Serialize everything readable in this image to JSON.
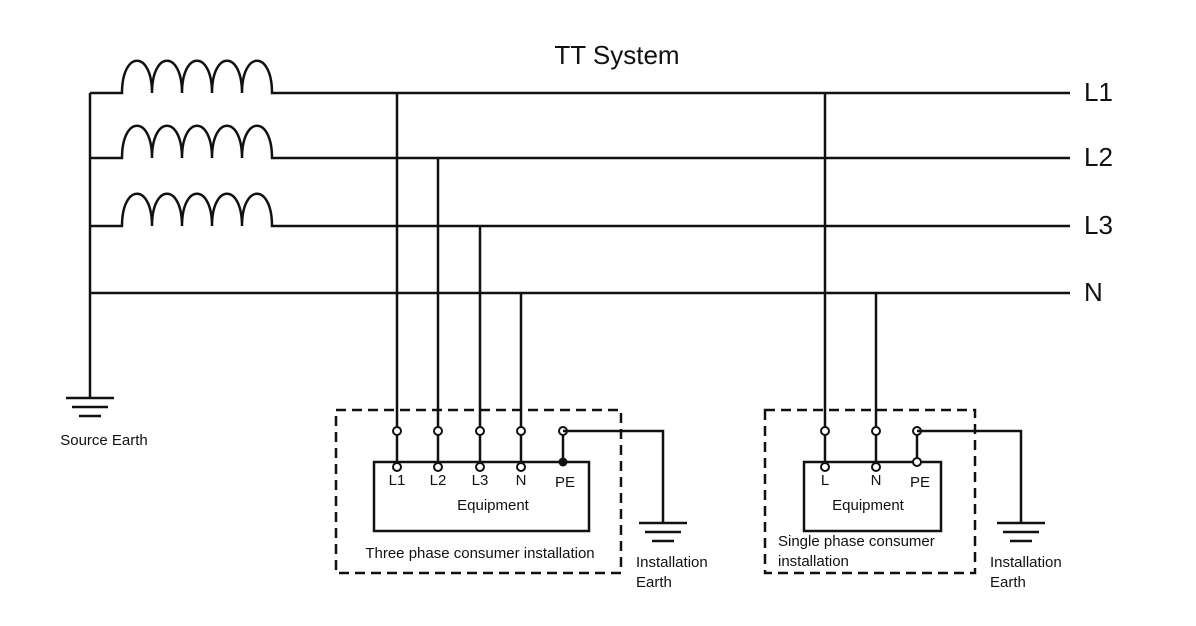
{
  "title": "TT System",
  "bus_labels": [
    "L1",
    "L2",
    "L3",
    "N"
  ],
  "source_earth_label": "Source Earth",
  "three_phase": {
    "terminals": [
      "L1",
      "L2",
      "L3",
      "N",
      "PE"
    ],
    "equipment_label": "Equipment",
    "installation_label": "Three phase consumer installation",
    "earth_label_line1": "Installation",
    "earth_label_line2": "Earth"
  },
  "single_phase": {
    "terminals": [
      "L",
      "N",
      "PE"
    ],
    "equipment_label": "Equipment",
    "installation_label_line1": "Single phase consumer",
    "installation_label_line2": "installation",
    "earth_label_line1": "Installation",
    "earth_label_line2": "Earth"
  },
  "colors": {
    "line": "#111111",
    "background": "#ffffff"
  }
}
